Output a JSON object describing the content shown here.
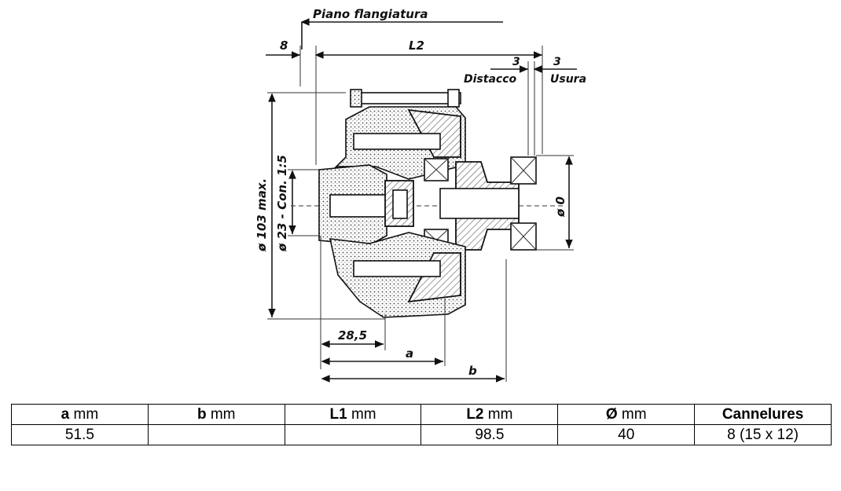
{
  "drawing": {
    "labels": {
      "flange_plane": "Piano flangiatura",
      "dim_8": "8",
      "dim_L2": "L2",
      "dim_3_left": "3",
      "dim_3_right": "3",
      "distacco": "Distacco",
      "usura": "Usura",
      "dia_103": "ø 103 max.",
      "dia_23": "ø 23 - Con. 1:5",
      "dia_0": "ø 0",
      "dim_28_5": "28,5",
      "dim_a": "a",
      "dim_b": "b"
    }
  },
  "table": {
    "headers": [
      {
        "bold": "a",
        "unit": " mm"
      },
      {
        "bold": "b",
        "unit": " mm"
      },
      {
        "bold": "L1",
        "unit": " mm"
      },
      {
        "bold": "L2",
        "unit": " mm"
      },
      {
        "bold": "Ø",
        "unit": " mm"
      },
      {
        "bold": "Cannelures",
        "unit": ""
      }
    ],
    "row": [
      "51.5",
      "",
      "",
      "98.5",
      "40",
      "8  (15 x 12)"
    ]
  }
}
